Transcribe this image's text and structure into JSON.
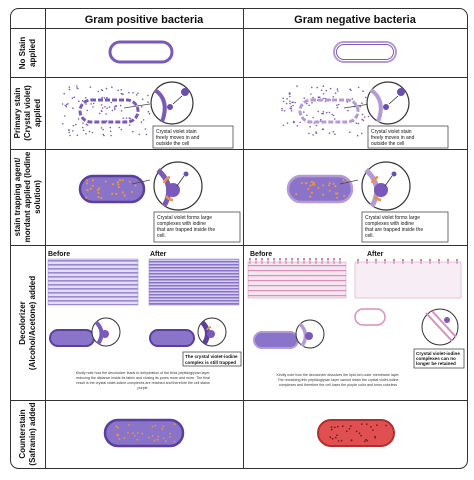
{
  "columns": {
    "positive": "Gram  positive  bacteria",
    "negative": "Gram  negative  bacteria"
  },
  "rows": {
    "no_stain": [
      "No Stain",
      "applied"
    ],
    "primary": [
      "Primary stain",
      "(Crystal violet)",
      "applied"
    ],
    "mordant": [
      "stain trapping agent/",
      "mordant  applied (Iodine",
      "solution)"
    ],
    "decolorizer": [
      "Decolorizer",
      "(Alcohol/Acetone) added"
    ],
    "counterstain": [
      "Counterstain",
      "(Safranin) added"
    ]
  },
  "callouts": {
    "primary_pos": [
      "Crystal violet stain",
      "freely moves in and",
      "outside the cell"
    ],
    "primary_neg": [
      "Crystal violet stain",
      "freely moves in and",
      "outside the cell"
    ],
    "mordant_pos": [
      "Crystal violet forms large",
      "complexes with iodine",
      "that are trapped inside the",
      "cell."
    ],
    "mordant_neg": [
      "Crystal violet forms large",
      "complexes with iodine",
      "that are trapped inside the",
      "cell."
    ],
    "decol_pos": [
      "The crystal violet-iodine",
      "complex is still trapped"
    ],
    "decol_neg": [
      "Crystal violet-iodine",
      "complexes can no",
      "longer be retained"
    ]
  },
  "decolorizer": {
    "before": "Before",
    "after": "After",
    "note_pos": [
      "Kindly note how the decolorizer leads to dehydration of the thick peptidoglycan layer,",
      "reducing the distance inside its fabric and closing its pores more and more. The final",
      "result is the crystal violet-iodine complexes are retained and therefore the cell stains",
      "purple."
    ],
    "note_neg": [
      "Kindly note how the decolorizer dissolves the lipid-rich outer membrane layer.",
      "The remaining thin peptidoglycan layer cannot retain the crystal violet-iodine",
      "complexes and therefore the cell loses the purple color and turns colorless"
    ]
  },
  "colors": {
    "border": "#222222",
    "cell_outline": "#7a5ab8",
    "cell_fill": "#8a74c9",
    "stain_dot": "#6b4fb0",
    "iodine": "#e8914a",
    "safranin_outline": "#c33b3b",
    "safranin_fill": "#e05050",
    "peptidoglycan": "#9a88d0",
    "membrane": "#d98fb8"
  }
}
